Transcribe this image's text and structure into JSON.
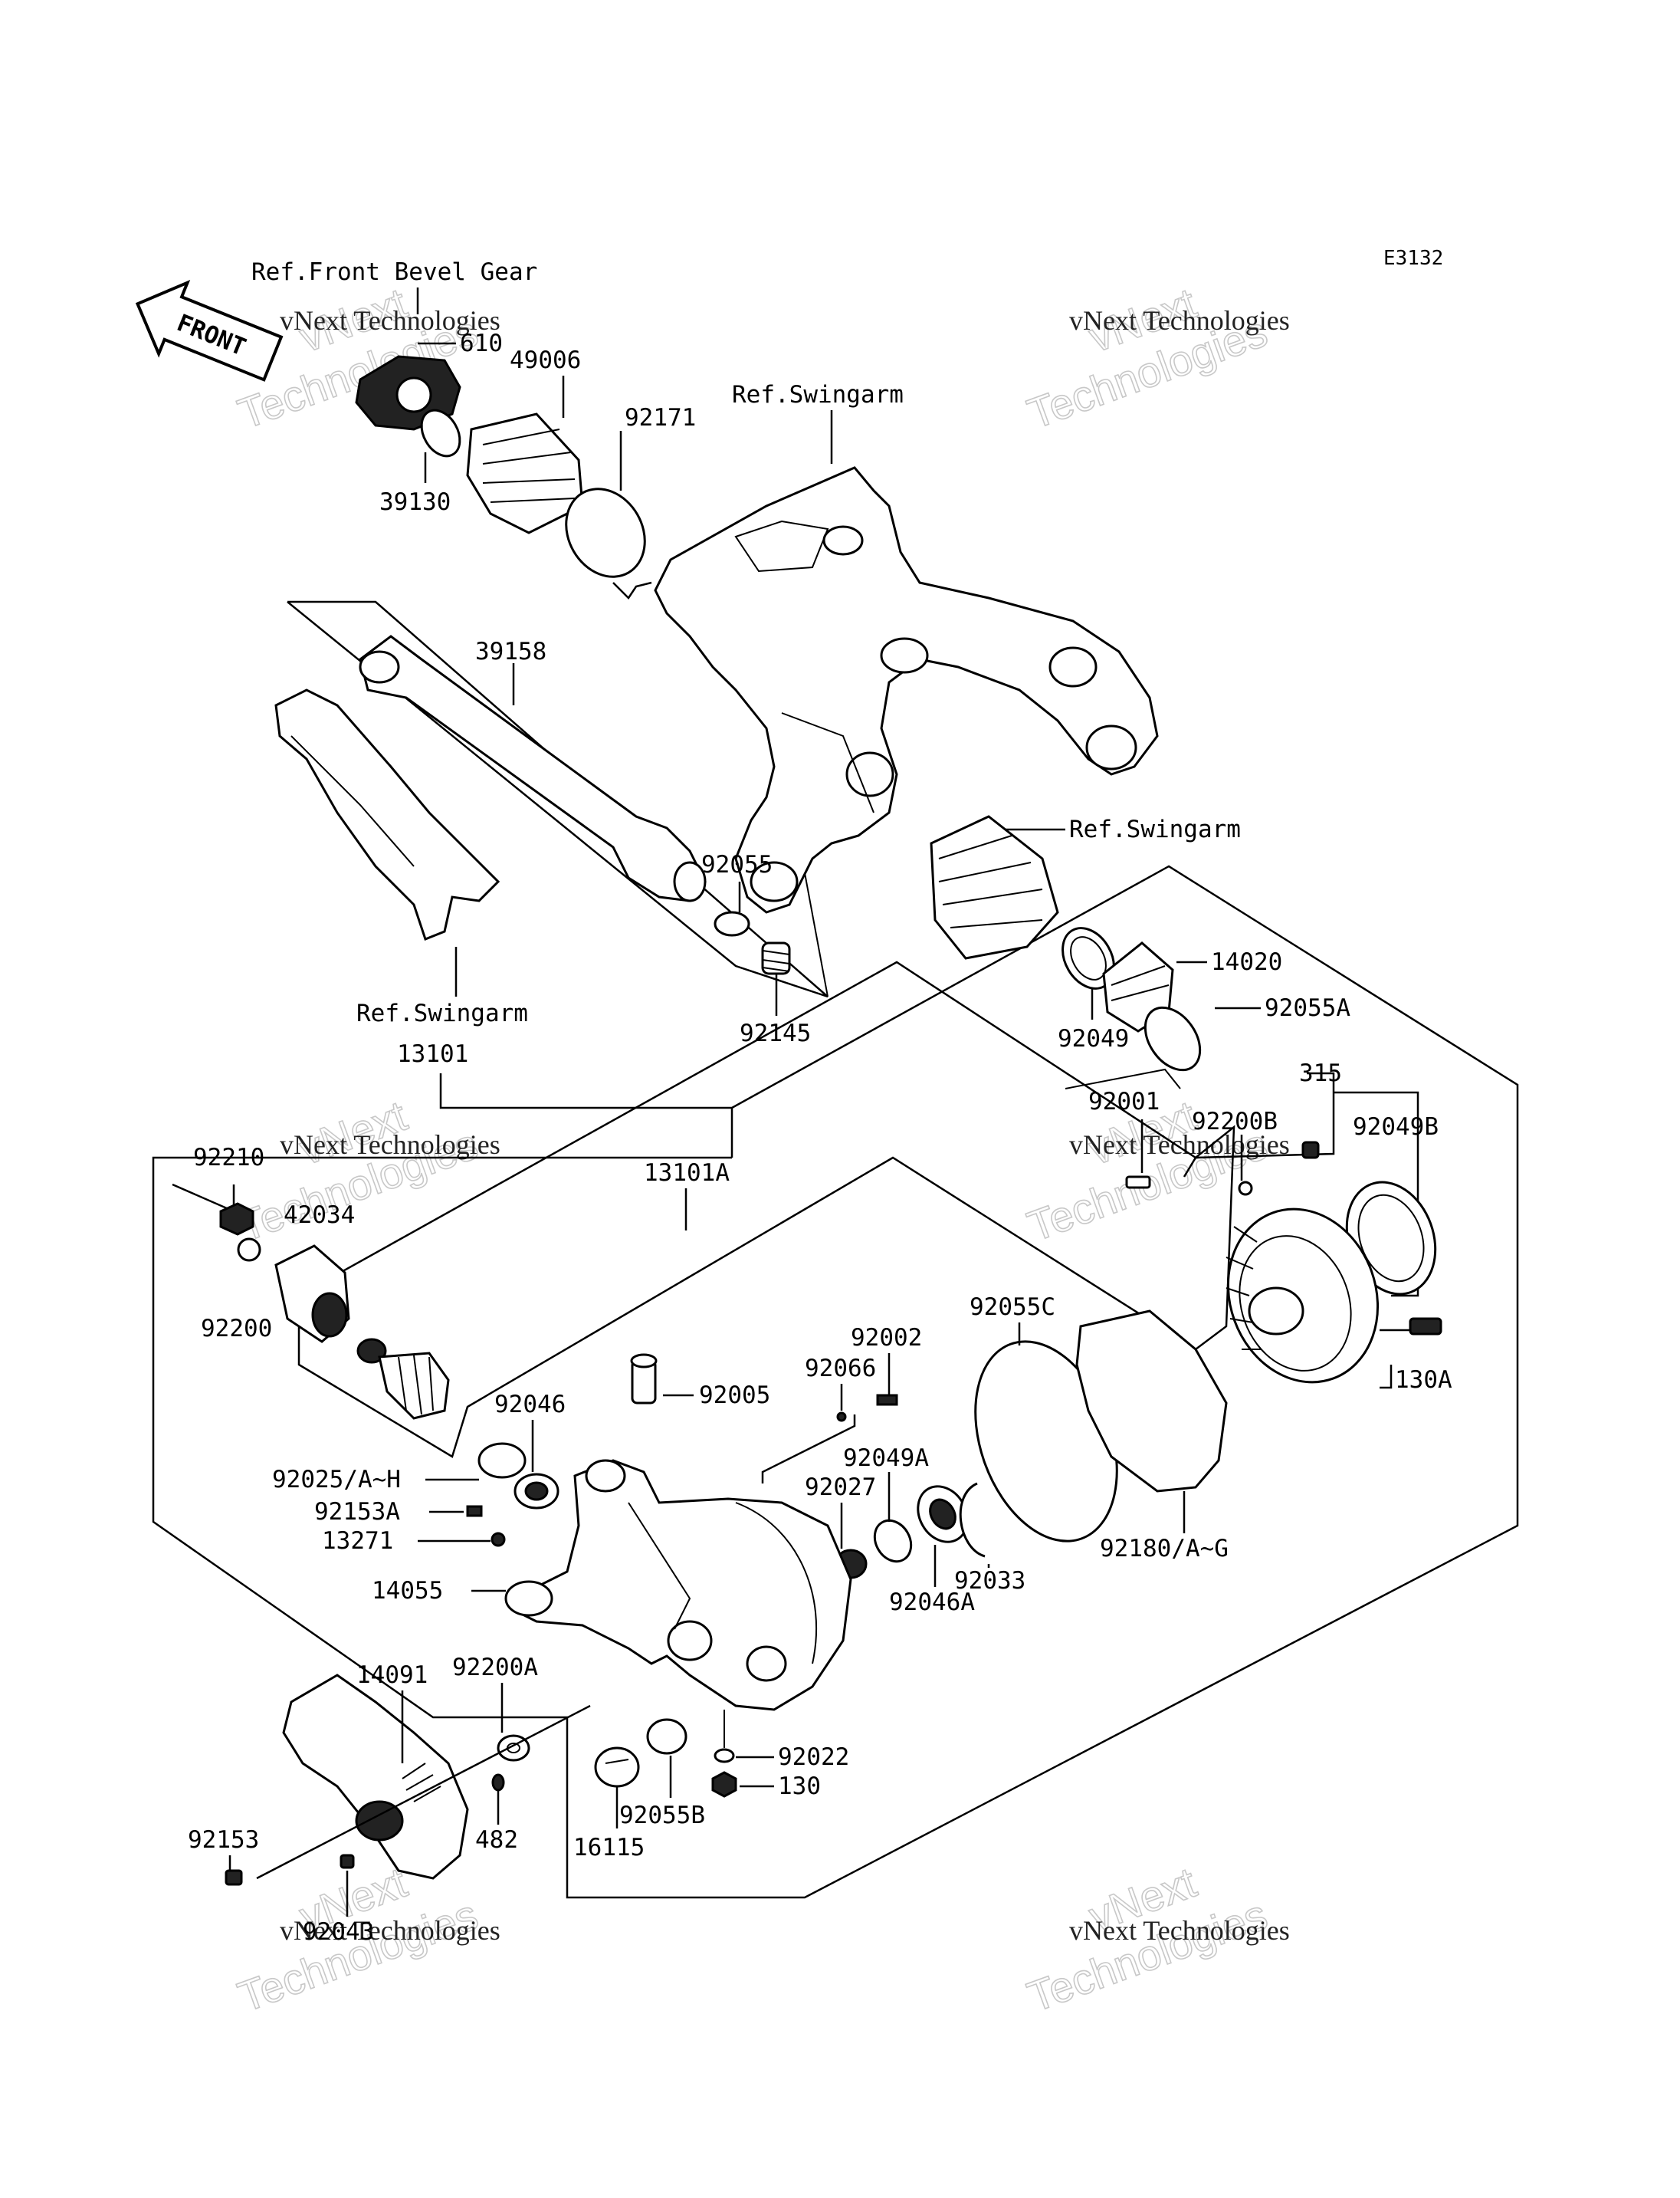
{
  "diagram_code": "E3132",
  "front_arrow": "FRONT",
  "references": {
    "front_bevel_gear": "Ref.Front Bevel Gear",
    "swingarm_top": "Ref.Swingarm",
    "swingarm_right": "Ref.Swingarm",
    "swingarm_left": "Ref.Swingarm"
  },
  "parts": [
    "610",
    "49006",
    "92171",
    "39130",
    "39158",
    "92055",
    "92145",
    "14020",
    "92055A",
    "92049",
    "13101",
    "315",
    "92001",
    "92200B",
    "92049B",
    "92210",
    "42034",
    "92200",
    "13101A",
    "92055C",
    "92002",
    "92066",
    "92005",
    "92046",
    "92025/A~H",
    "92153A",
    "13271",
    "92049A",
    "92027",
    "92033",
    "92046A",
    "92180/A~G",
    "130A",
    "14055",
    "14091",
    "92200A",
    "92022",
    "130",
    "92153",
    "482",
    "92055B",
    "16115",
    "92043"
  ],
  "watermark": {
    "line1": "vNext Technologies",
    "line2": "vNext",
    "line3": "Technologies"
  }
}
